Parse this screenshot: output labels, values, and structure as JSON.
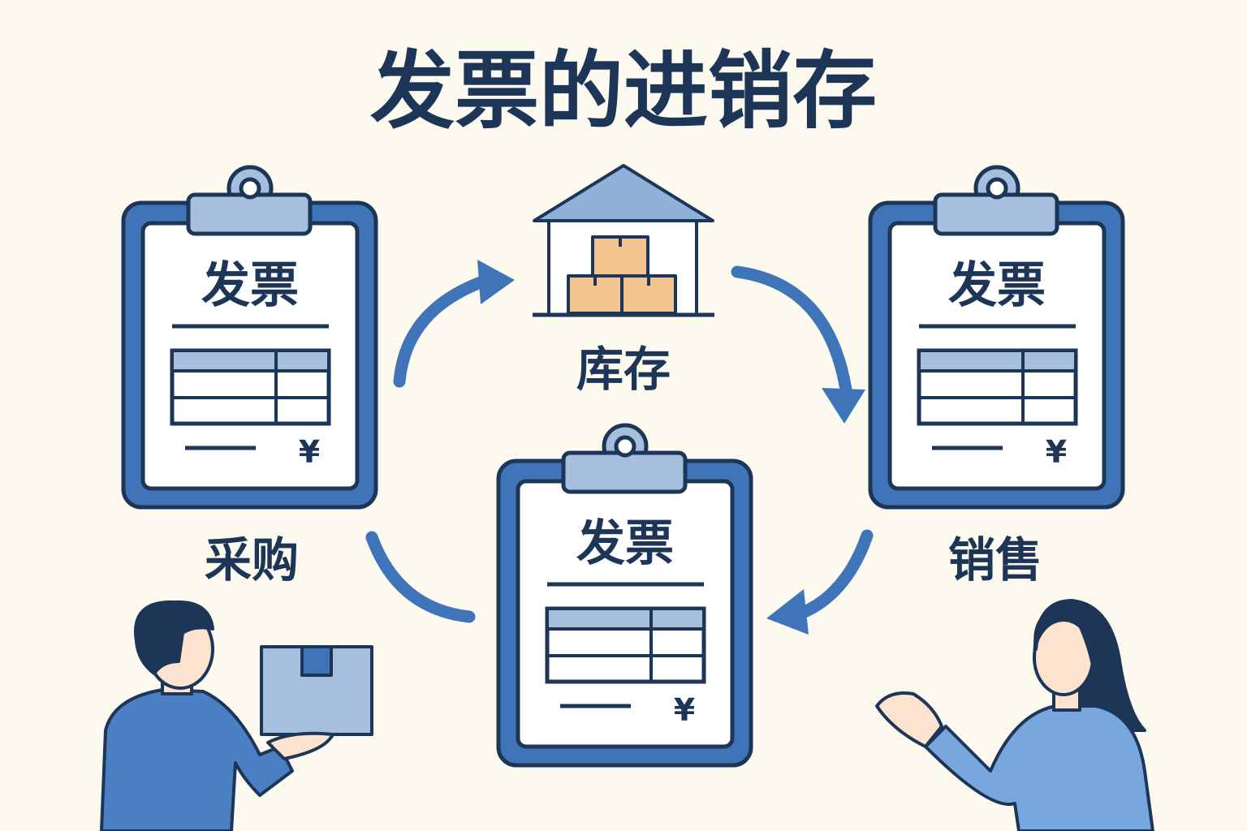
{
  "title": "发票的进销存",
  "invoice_label": "发票",
  "currency_symbol": "¥",
  "nodes": {
    "purchase": "采购",
    "inventory": "库存",
    "sales": "销售"
  },
  "colors": {
    "background": "#fcf9ef",
    "navy": "#1d3557",
    "blue": "#3f74b9",
    "light_blue": "#a6bfdd",
    "box": "#f2c590"
  }
}
